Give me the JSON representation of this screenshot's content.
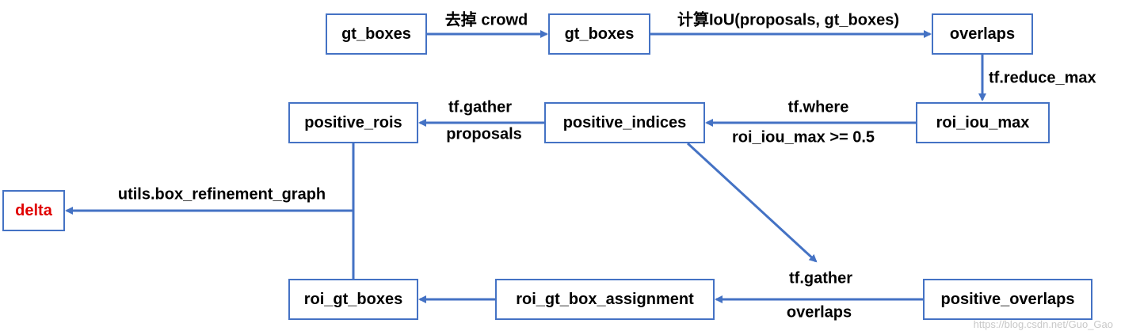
{
  "nodes": {
    "gt_boxes_1": "gt_boxes",
    "gt_boxes_2": "gt_boxes",
    "overlaps": "overlaps",
    "roi_iou_max": "roi_iou_max",
    "positive_indices": "positive_indices",
    "positive_rois": "positive_rois",
    "delta": "delta",
    "roi_gt_boxes": "roi_gt_boxes",
    "roi_gt_box_assignment": "roi_gt_box_assignment",
    "positive_overlaps": "positive_overlaps"
  },
  "edge_labels": {
    "remove_crowd": "去掉 crowd",
    "compute_iou": "计算IoU(proposals, gt_boxes)",
    "reduce_max": "tf.reduce_max",
    "where_top": "tf.where",
    "where_bottom": "roi_iou_max >= 0.5",
    "gather_top_1": "tf.gather",
    "gather_bottom_1": "proposals",
    "box_refinement": "utils.box_refinement_graph",
    "gather_top_2": "tf.gather",
    "gather_bottom_2": "overlaps"
  },
  "watermark": "https://blog.csdn.net/Guo_Gao",
  "colors": {
    "line": "#4472c4",
    "highlight": "#e00000"
  }
}
